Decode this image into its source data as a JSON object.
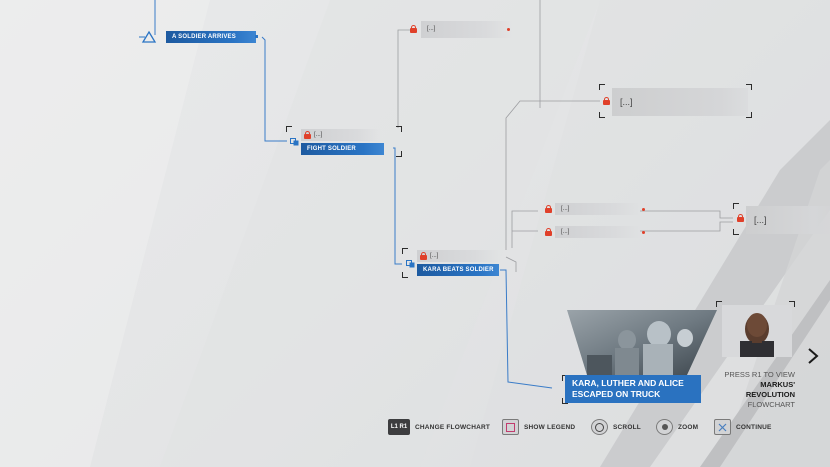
{
  "nodes": {
    "soldier_arrives": "A SOLDIER ARRIVES",
    "fight_soldier": "FIGHT SOLDIER",
    "kara_beats_soldier": "KARA BEATS SOLDIER",
    "locked_label": "[...]"
  },
  "ending": {
    "line1": "KARA, LUTHER AND ALICE",
    "line2": "ESCAPED ON TRUCK"
  },
  "side_panel": {
    "line1": "PRESS R1 TO VIEW",
    "line2": "MARKUS'",
    "line3": "REVOLUTION",
    "line4": "FLOWCHART"
  },
  "legend": [
    {
      "button": "L1 R1",
      "label": "CHANGE FLOWCHART",
      "icon": "l1-r1-icon"
    },
    {
      "button": "",
      "label": "SHOW LEGEND",
      "icon": "square-icon"
    },
    {
      "button": "",
      "label": "SCROLL",
      "icon": "left-stick-icon"
    },
    {
      "button": "",
      "label": "ZOOM",
      "icon": "right-stick-icon"
    },
    {
      "button": "",
      "label": "CONTINUE",
      "icon": "cross-icon"
    }
  ],
  "colors": {
    "accent_blue": "#2a74c4",
    "lock_orange": "#e0402a",
    "background": "#e6e7e8"
  }
}
